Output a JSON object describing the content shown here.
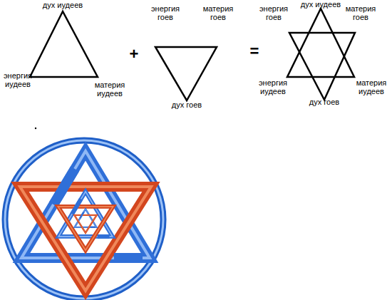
{
  "diagram": {
    "labels": [
      "дух иудеев",
      "энергия иудеев",
      "материя иудеев",
      "+",
      "энергия гоев",
      "материя гоев",
      "дух гоев",
      "=",
      "дух иудеев",
      "энергия гоев",
      "материя гоев",
      "энергия иудеев",
      "материя иудеев",
      "дух гоев"
    ]
  }
}
